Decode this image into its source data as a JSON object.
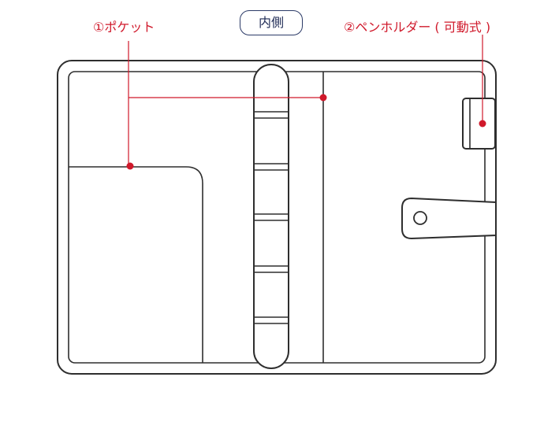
{
  "title": "内側",
  "callouts": [
    {
      "id": "pocket",
      "label": "①ポケット"
    },
    {
      "id": "pen-holder",
      "label": "②ペンホルダー ( 可動式 )"
    }
  ],
  "colors": {
    "outline": "#2e2e2e",
    "callout": "#d0192b",
    "badge_border": "#2b3a67",
    "badge_text": "#1e2a55"
  }
}
